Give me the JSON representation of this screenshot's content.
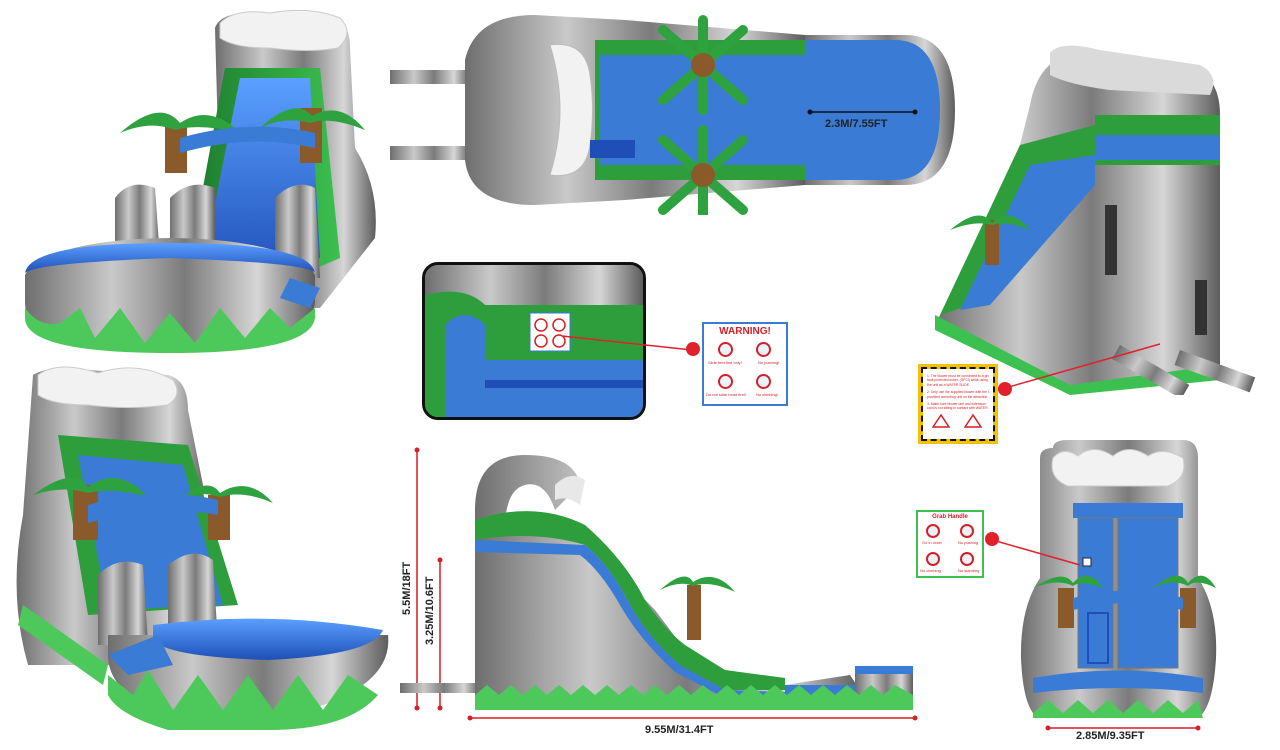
{
  "dimensions": {
    "top_width": "2.3M/7.55FT",
    "total_height": "5.5M/18FT",
    "platform_height": "3.25M/10.6FT",
    "length": "9.55M/31.4FT",
    "width": "2.85M/9.35FT"
  },
  "signs": {
    "warning_title": "WARNING!",
    "warning_captions": [
      "Slide feet first only!",
      "No pushing!",
      "Do not slide head first!",
      "No climbing!"
    ],
    "grab_title": "Grab Handle",
    "grab_captions": [
      "Go in order",
      "No pushing",
      "No climbing",
      "No standing"
    ],
    "blower_lines": [
      "1. The blower must be connected to a ground",
      "fault protected outlet. (GFCI) while using",
      "the unit as a WATER SLIDE.",
      "2. Only use the supplied blower with the GFCI",
      "provided according unit on the attraction.",
      "3. Make sure blower unit and extension",
      "cord is not sitting in contact with WATER."
    ]
  },
  "colors": {
    "blue": "#2f6fd8",
    "green": "#2e9e3c",
    "grey": "#8a8a8a",
    "red": "#e2202b"
  }
}
